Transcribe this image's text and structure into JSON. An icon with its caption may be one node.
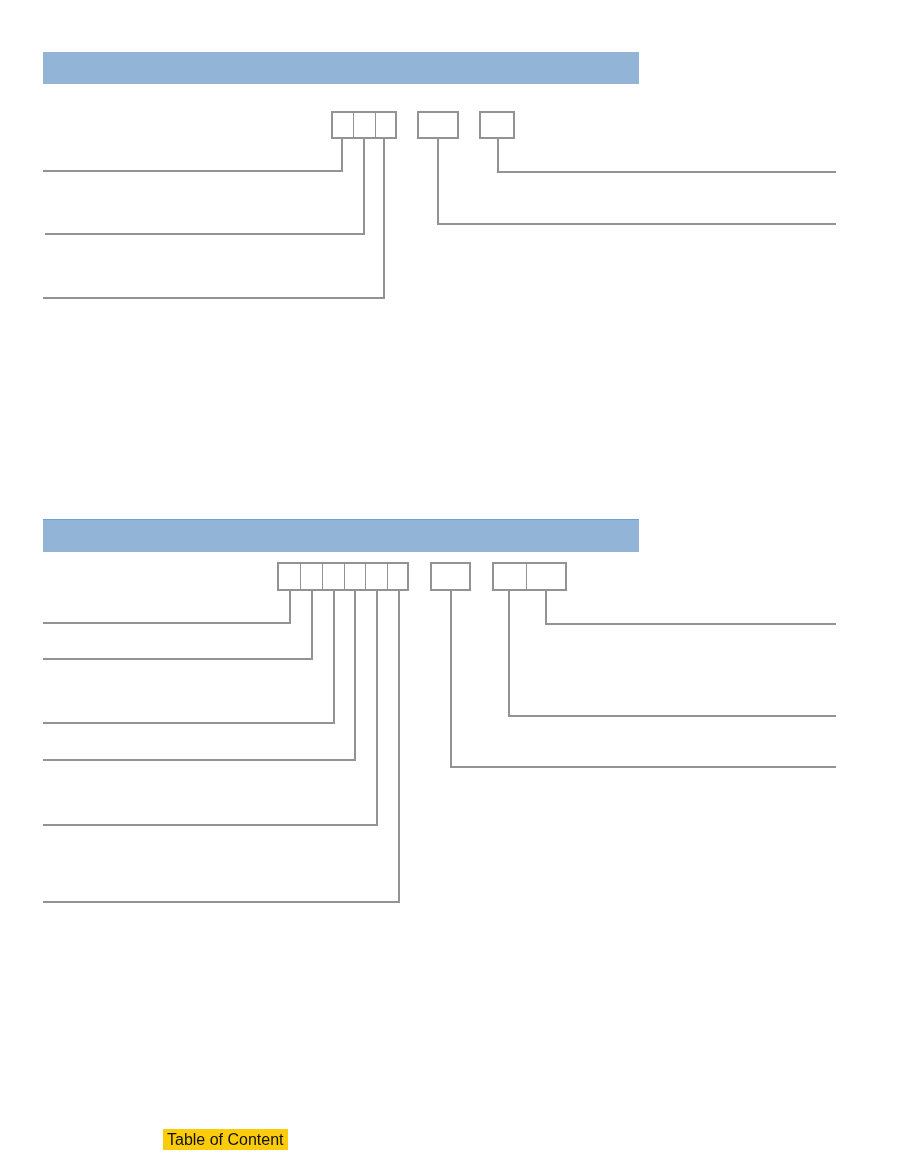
{
  "diagram": {
    "nodes": [
      {
        "text": [],
        "shape": "box"
      },
      {
        "text": [],
        "shape": "box"
      },
      {
        "text": [],
        "shape": "box"
      },
      {
        "text": [],
        "shape": "box"
      },
      {
        "text": [],
        "shape": "box"
      },
      {
        "text": [],
        "shape": "box"
      },
      {
        "text": [],
        "shape": "box"
      },
      {
        "text": [],
        "shape": "box"
      },
      {
        "text": [],
        "shape": "box"
      },
      {
        "text": [],
        "shape": "box"
      },
      {
        "text": [],
        "shape": "box"
      },
      {
        "text": [],
        "shape": "box"
      },
      {
        "text": [],
        "shape": "box"
      },
      {
        "text": [],
        "shape": "box"
      }
    ],
    "edges": [
      {
        "from": 0,
        "to": null,
        "arrow": "none"
      },
      {
        "from": 1,
        "to": null,
        "arrow": "none"
      },
      {
        "from": 2,
        "to": null,
        "arrow": "none"
      },
      {
        "from": 3,
        "to": null,
        "arrow": "none"
      },
      {
        "from": 4,
        "to": null,
        "arrow": "none"
      },
      {
        "from": 5,
        "to": null,
        "arrow": "none"
      },
      {
        "from": 6,
        "to": null,
        "arrow": "none"
      },
      {
        "from": 7,
        "to": null,
        "arrow": "none"
      },
      {
        "from": 8,
        "to": null,
        "arrow": "none"
      },
      {
        "from": 9,
        "to": null,
        "arrow": "none"
      },
      {
        "from": 10,
        "to": null,
        "arrow": "none"
      },
      {
        "from": 11,
        "to": null,
        "arrow": "none"
      },
      {
        "from": 12,
        "to": null,
        "arrow": "none"
      },
      {
        "from": 13,
        "to": null,
        "arrow": "none"
      }
    ],
    "labels": [
      "Table of Content"
    ]
  }
}
